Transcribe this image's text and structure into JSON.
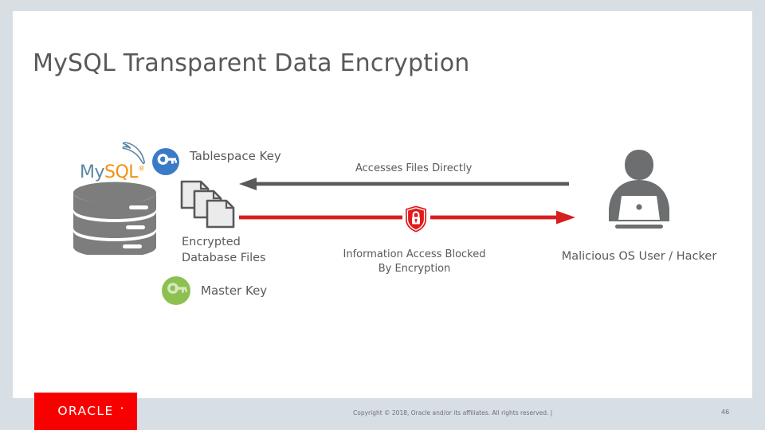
{
  "slide": {
    "title": "MySQL Transparent Data Encryption",
    "page_number": "46",
    "copyright": "Copyright © 2018, Oracle and/or its affiliates. All rights reserved.  |",
    "brand_logo_text": "ORACLE",
    "colors": {
      "frame_grey": "#d8dfe4",
      "slide_white": "#ffffff",
      "title_grey": "#58595b",
      "oracle_red": "#f80000",
      "arrow_red": "#e01b1b",
      "arrow_grey": "#58595b",
      "tablespace_key_blue": "#3a7bc8",
      "master_key_green": "#8cc152",
      "mysql_blue": "#5d87a1",
      "mysql_orange": "#f29111",
      "icon_grey": "#7d7d7d"
    }
  },
  "diagram": {
    "mysql": {
      "wordmark_my": "My",
      "wordmark_sql": "SQL",
      "wordmark_tm": "®",
      "dolphin_icon": "dolphin-icon",
      "database_icon": "database-cylinder-icon"
    },
    "tablespace_key": {
      "label": "Tablespace Key",
      "icon": "key-icon"
    },
    "encrypted_files": {
      "label": "Encrypted\nDatabase Files",
      "icon": "stacked-files-icon"
    },
    "master_key": {
      "label": "Master Key",
      "icon": "key-icon"
    },
    "access_flow": {
      "label": "Accesses Files Directly",
      "arrow_direction": "left",
      "arrow_color": "#58595b"
    },
    "blocked_flow": {
      "label_line_1": "Information Access Blocked",
      "label_line_2": "By Encryption",
      "arrow_direction": "right",
      "arrow_color": "#e01b1b",
      "badge_icon": "shield-lock-icon"
    },
    "hacker": {
      "label": "Malicious OS User / Hacker",
      "icon": "person-with-laptop-icon"
    }
  }
}
